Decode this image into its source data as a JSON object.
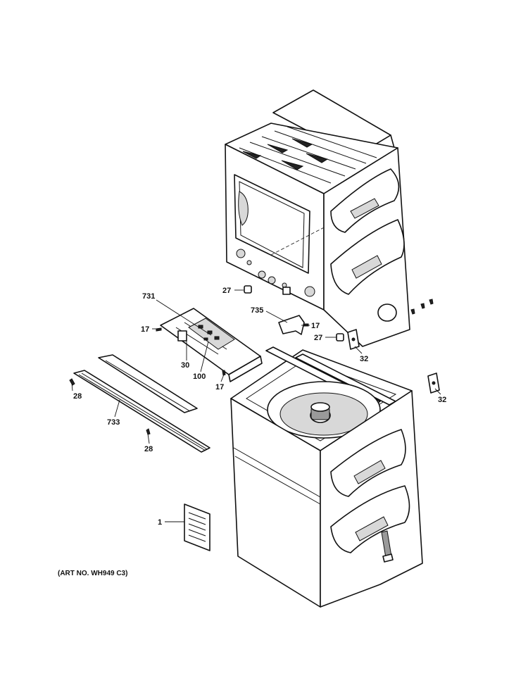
{
  "art_number": "(ART NO. WH949 C3)",
  "callouts": [
    {
      "id": "c-731",
      "label": "731"
    },
    {
      "id": "c-17a",
      "label": "17"
    },
    {
      "id": "c-30",
      "label": "30"
    },
    {
      "id": "c-100",
      "label": "100"
    },
    {
      "id": "c-17b",
      "label": "17"
    },
    {
      "id": "c-28a",
      "label": "28"
    },
    {
      "id": "c-733",
      "label": "733"
    },
    {
      "id": "c-28b",
      "label": "28"
    },
    {
      "id": "c-27a",
      "label": "27"
    },
    {
      "id": "c-735",
      "label": "735"
    },
    {
      "id": "c-17c",
      "label": "17"
    },
    {
      "id": "c-27b",
      "label": "27"
    },
    {
      "id": "c-32a",
      "label": "32"
    },
    {
      "id": "c-32b",
      "label": "32"
    },
    {
      "id": "c-1",
      "label": "1"
    }
  ]
}
